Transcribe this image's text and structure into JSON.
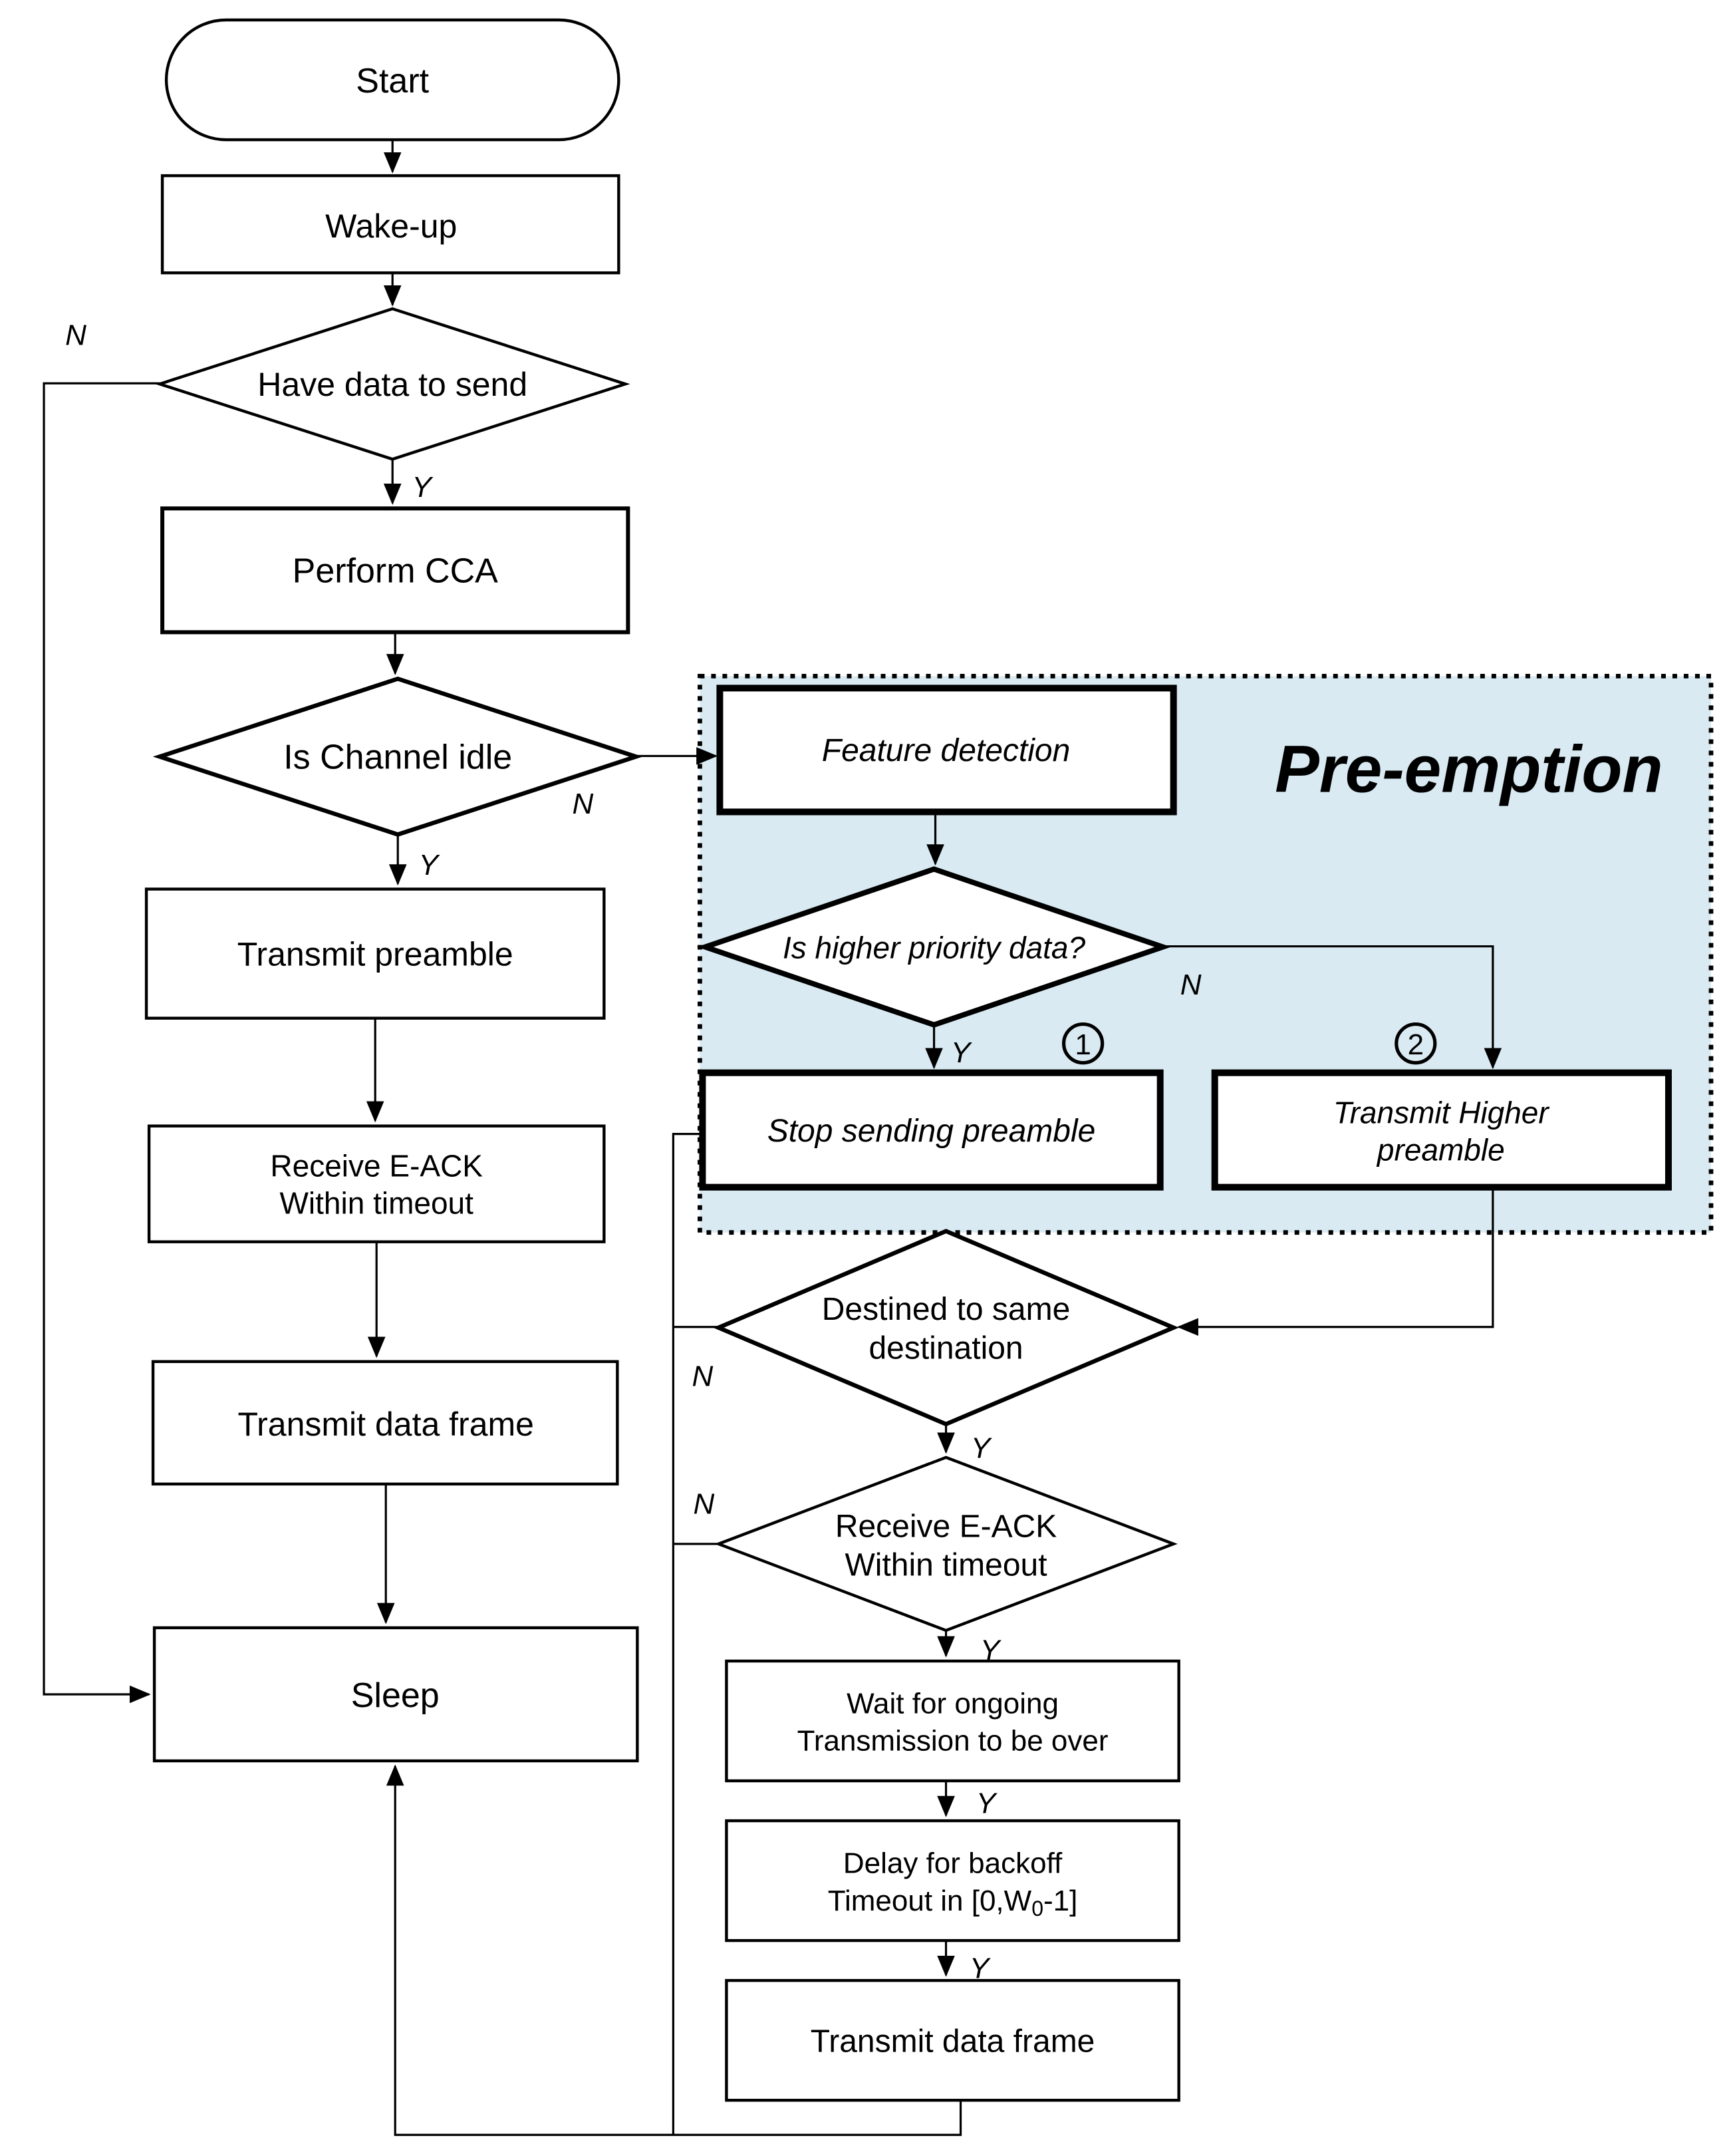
{
  "diagram": {
    "title": "Pre-emption",
    "colors": {
      "preemption_fill": "#d9eaf2",
      "line": "#000000",
      "background": "#ffffff"
    },
    "nodes": {
      "start": {
        "label": "Start"
      },
      "wakeup": {
        "label": "Wake-up"
      },
      "have_data": {
        "label": "Have  data to send"
      },
      "perform_cca": {
        "label": "Perform CCA"
      },
      "channel_idle": {
        "label": "Is Channel idle"
      },
      "transmit_preamble": {
        "label": "Transmit preamble"
      },
      "receive_eack_box": {
        "line1": "Receive E-ACK",
        "line2": "Within timeout"
      },
      "transmit_data_left": {
        "label": "Transmit data frame"
      },
      "sleep": {
        "label": "Sleep"
      },
      "feature_detection": {
        "label": "Feature detection"
      },
      "higher_priority": {
        "label": "Is higher priority data?"
      },
      "stop_preamble": {
        "label": "Stop sending preamble"
      },
      "transmit_higher": {
        "line1": "Transmit Higher",
        "line2": "preamble"
      },
      "destined_same": {
        "line1": "Destined to same",
        "line2": "destination"
      },
      "receive_eack_diamond": {
        "line1": "Receive E-ACK",
        "line2": "Within timeout"
      },
      "wait_ongoing": {
        "line1": "Wait for ongoing",
        "line2": "Transmission to be over"
      },
      "delay_backoff": {
        "line1": "Delay for backoff",
        "line2_pre": "Timeout in [0,W",
        "line2_sub": "0",
        "line2_post": "-1]"
      },
      "transmit_data_right": {
        "label": "Transmit data frame"
      }
    },
    "branch_labels": {
      "yes": "Y",
      "no": "N"
    },
    "step_markers": {
      "one": "1",
      "two": "2"
    }
  }
}
